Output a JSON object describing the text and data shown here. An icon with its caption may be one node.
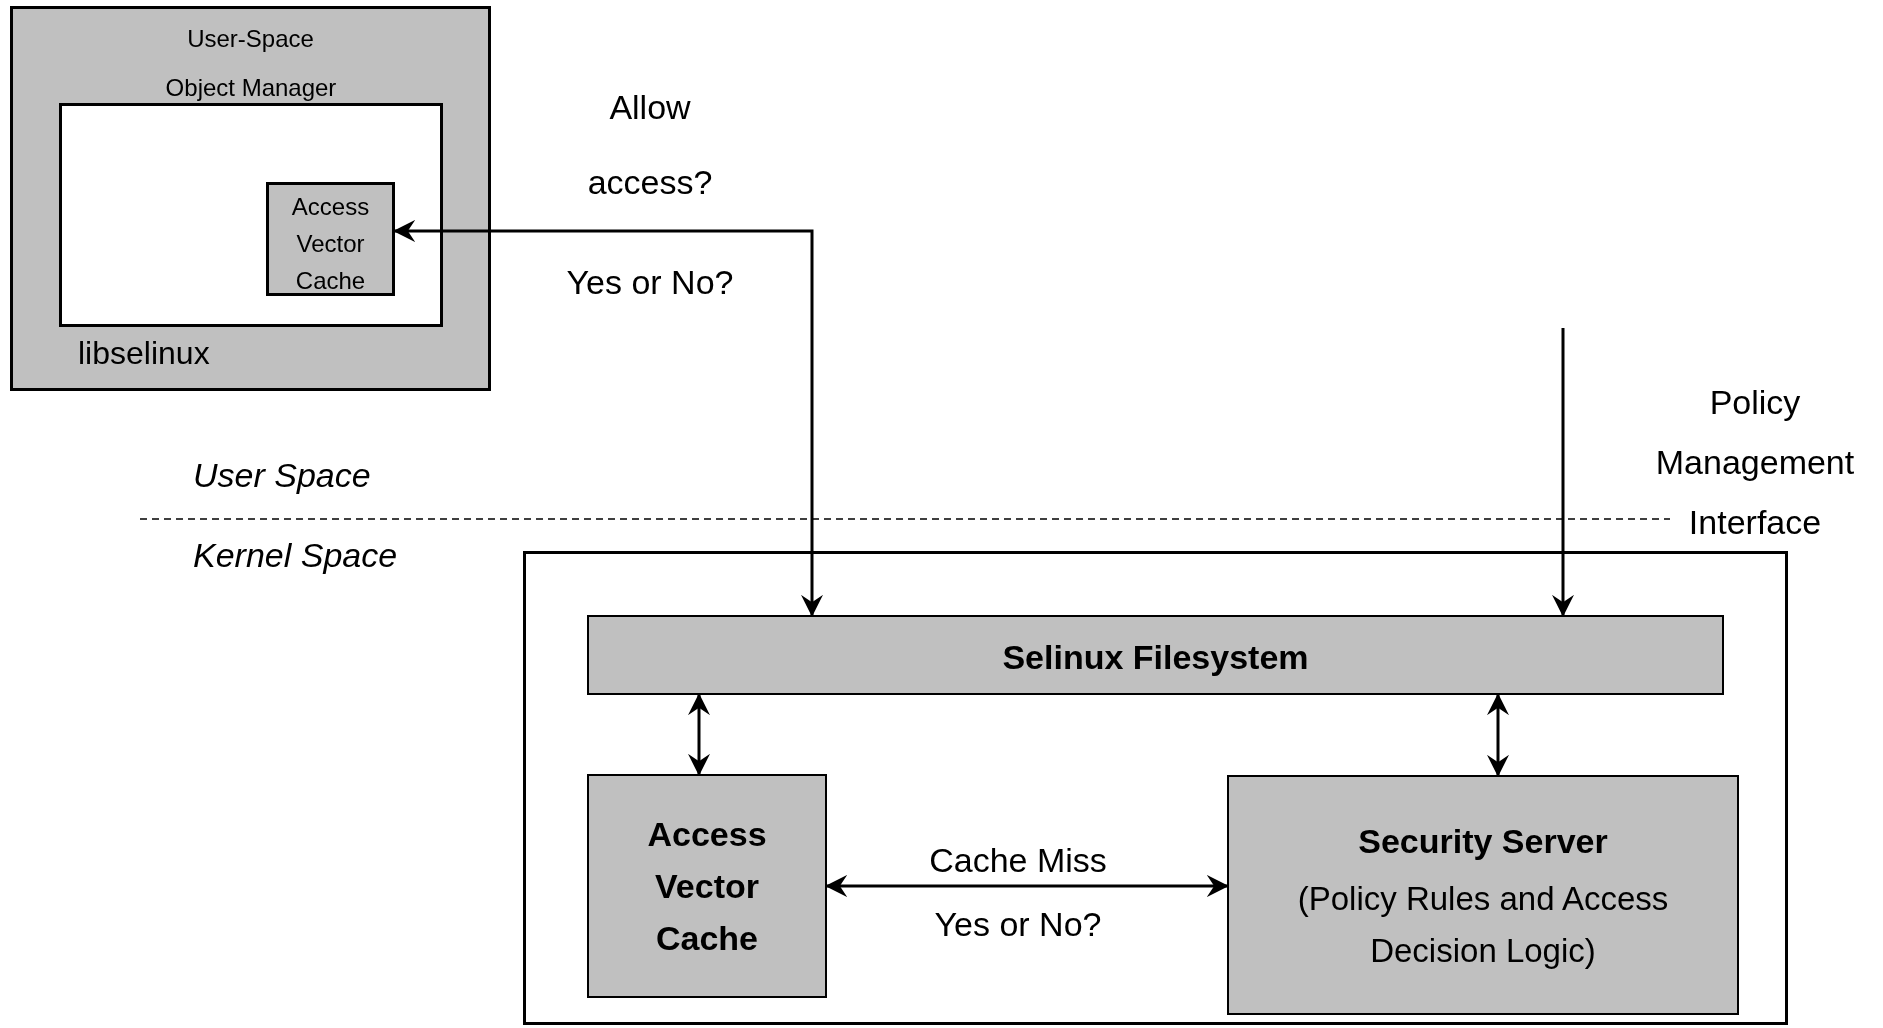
{
  "diagram": {
    "nodes": [
      {
        "text": [
          "User-Space",
          "libselinux"
        ]
      },
      {
        "text": [
          "Object Manager"
        ],
        "in": 0
      },
      {
        "text": [
          "Access Vector Cache"
        ],
        "in": 1
      },
      {
        "text": [],
        "shape": "box"
      },
      {
        "text": [
          "Selinux Filesystem"
        ],
        "in": 3
      },
      {
        "text": [
          "Access Vector Cache"
        ],
        "in": 3
      },
      {
        "text": [
          "Security Server",
          "(Policy Rules and Access Decision Logic)"
        ],
        "in": 3
      }
    ],
    "edges": [
      {
        "from": 2,
        "to": 4,
        "arrow": "both",
        "label": "Allow access?"
      },
      {
        "from": null,
        "to": 4,
        "arrow": "to"
      },
      {
        "from": 5,
        "to": 4,
        "arrow": "both"
      },
      {
        "from": 6,
        "to": 4,
        "arrow": "both"
      },
      {
        "from": 5,
        "to": 6,
        "arrow": "both",
        "label": "Cache Miss"
      }
    ],
    "labels": [
      "Yes or No?",
      "Policy Management Interface",
      "User Space",
      "Kernel Space",
      "Yes or No?"
    ]
  }
}
